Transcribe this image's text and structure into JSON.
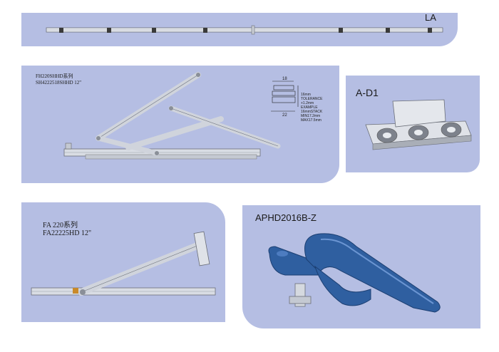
{
  "panels": {
    "la": {
      "label": "LA"
    },
    "fh220": {
      "line1": "FH220SHHD系列",
      "line2": "SH4222518SHHD 12\""
    },
    "dimension": {
      "top_dim": "18",
      "bottom_dim": "22",
      "notes": [
        "16mm",
        "TOLERANCE",
        "+1.2mm",
        "EXAMPLE",
        "16mmSTACK",
        "MIN17.2mm",
        "MAX17.5mm"
      ]
    },
    "ad1": {
      "label": "A-D1"
    },
    "fa220": {
      "line1": "FA 220系列",
      "line2": "FA22225HD 12\""
    },
    "aphd": {
      "label": "APHD2016B-Z"
    }
  },
  "colors": {
    "panel": "#b5bee3",
    "handle": "#2f5fa0",
    "steel": "#d9dde4"
  }
}
